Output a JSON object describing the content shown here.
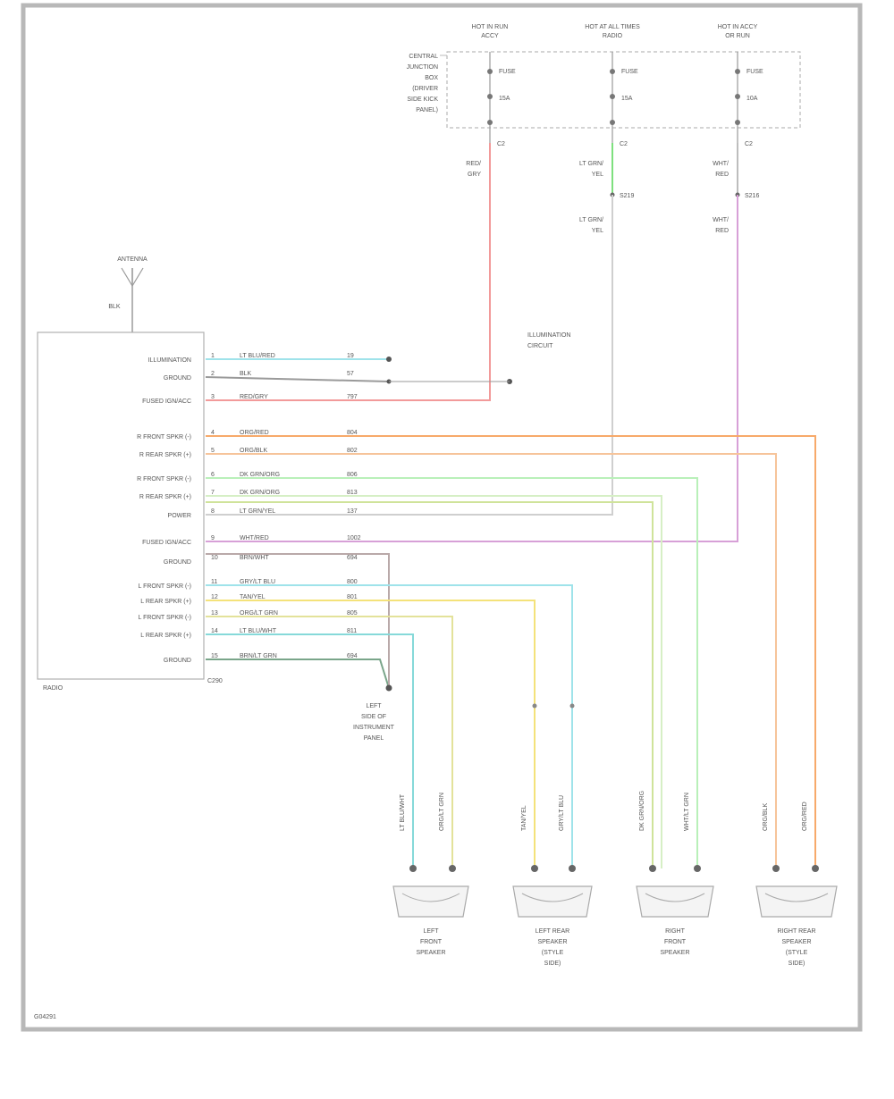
{
  "colors": {
    "frame": "#b8b8b8",
    "outline": "#9a9a9a",
    "red_pink": "#f29a9a",
    "green": "#7ee07e",
    "gray_wire": "#cfcfcf",
    "violet": "#d7a0d7",
    "orange": "#f7a96a",
    "orange_light": "#f6c49a",
    "light_green": "#b9f0b9",
    "yellow_green": "#cfe39a",
    "gray_brown": "#b9a9a9",
    "cyan": "#9fe3ea",
    "yellow": "#f4e27a",
    "teal": "#86d9d9",
    "dark_green": "#7aa58a"
  },
  "icons": {
    "antenna": "antenna-icon",
    "ground": "ground-icon",
    "speaker": "speaker-icon",
    "splice": "splice-dot-icon",
    "fuse": "fuse-icon"
  },
  "text": {
    "fuse_top_1": "HOT IN RUN",
    "fuse_top_2": "ACCY",
    "fuse_top_3": "HOT AT ALL TIMES",
    "fuse_top_4": "RADIO",
    "fuse_top_5": "HOT IN ACCY",
    "fuse_top_6": "OR RUN",
    "fuse_box_label_1": "CENTRAL",
    "fuse_box_label_2": "JUNCTION",
    "fuse_box_label_3": "BOX",
    "fuse_box_label_4": "(DRIVER",
    "fuse_box_label_5": "SIDE KICK",
    "fuse_box_label_6": "PANEL)",
    "fuse_1_name": "FUSE",
    "fuse_1_amp": "15A",
    "fuse_2_name": "FUSE",
    "fuse_2_amp": "15A",
    "fuse_3_name": "FUSE",
    "fuse_3_amp": "10A",
    "fuse_1_conn": "C2",
    "fuse_2_conn": "C2",
    "fuse_3_conn": "C2",
    "wire_1a": "RED/",
    "wire_1b": "GRY",
    "wire_2a": "LT GRN/",
    "wire_2b": "YEL",
    "wire_2c": "S219",
    "wire_2d": "LT GRN/",
    "wire_2e": "YEL",
    "wire_3a": "WHT/",
    "wire_3b": "RED",
    "wire_3c": "S216",
    "wire_3d": "WHT/",
    "wire_3e": "RED",
    "antenna_label": "ANTENNA",
    "antenna_code": "BLK",
    "radio_label": "RADIO",
    "radio_conn": "C290",
    "splice_label_1": "ILLUMINATION",
    "splice_label_2": "CIRCUIT",
    "ground_label_1": "LEFT",
    "ground_label_2": "SIDE OF",
    "ground_label_3": "INSTRUMENT",
    "ground_label_4": "PANEL",
    "fig_no": "G04291",
    "spk_1a": "LEFT",
    "spk_1b": "FRONT",
    "spk_1c": "SPEAKER",
    "spk_2a": "LEFT REAR",
    "spk_2b": "SPEAKER",
    "spk_2c": "(STYLE",
    "spk_2d": "SIDE)",
    "spk_3a": "RIGHT",
    "spk_3b": "FRONT",
    "spk_3c": "SPEAKER",
    "spk_4a": "RIGHT REAR",
    "spk_4b": "SPEAKER",
    "spk_4c": "(STYLE",
    "spk_4d": "SIDE)"
  },
  "radio_pins": [
    {
      "num": "1",
      "name": "ILLUMINATION",
      "wire": "LT BLU/RED",
      "circ": "19"
    },
    {
      "num": "2",
      "name": "GROUND",
      "wire": "BLK",
      "circ": "57"
    },
    {
      "num": "3",
      "name": "FUSED IGN/ACC",
      "wire": "RED/GRY",
      "circ": "797"
    },
    {
      "num": "4",
      "name": "R FRONT SPKR (-)",
      "wire": "ORG/RED",
      "circ": "804"
    },
    {
      "num": "5",
      "name": "R REAR SPKR (+)",
      "wire": "ORG/BLK",
      "circ": "802"
    },
    {
      "num": "6",
      "name": "R FRONT SPKR (-)",
      "wire": "DK GRN/ORG",
      "circ": "806"
    },
    {
      "num": "7",
      "name": "R REAR SPKR (+)",
      "wire": "DK GRN/ORG",
      "circ": "813"
    },
    {
      "num": "8",
      "name": "POWER",
      "wire": "LT GRN/YEL",
      "circ": "137"
    },
    {
      "num": "9",
      "name": "FUSED IGN/ACC",
      "wire": "WHT/RED",
      "circ": "1002"
    },
    {
      "num": "10",
      "name": "GROUND",
      "wire": "BRN/WHT",
      "circ": "694"
    },
    {
      "num": "11",
      "name": "L FRONT SPKR (-)",
      "wire": "GRY/LT BLU",
      "circ": "800"
    },
    {
      "num": "12",
      "name": "L REAR SPKR (+)",
      "wire": "TAN/YEL",
      "circ": "801"
    },
    {
      "num": "13",
      "name": "L FRONT SPKR (-)",
      "wire": "ORG/LT GRN",
      "circ": "805"
    },
    {
      "num": "14",
      "name": "L REAR SPKR (+)",
      "wire": "LT BLU/WHT",
      "circ": "811"
    },
    {
      "num": "15",
      "name": "GROUND",
      "wire": "BRN/LT GRN",
      "circ": "694"
    }
  ],
  "speaker_wires": [
    {
      "label": "LT BLU/WHT"
    },
    {
      "label": "ORG/LT GRN"
    },
    {
      "label": "TAN/YEL"
    },
    {
      "label": "GRY/LT BLU"
    },
    {
      "label": "DK GRN/ORG"
    },
    {
      "label": "WHT/LT GRN"
    },
    {
      "label": "ORG/BLK"
    },
    {
      "label": "ORG/RED"
    }
  ]
}
